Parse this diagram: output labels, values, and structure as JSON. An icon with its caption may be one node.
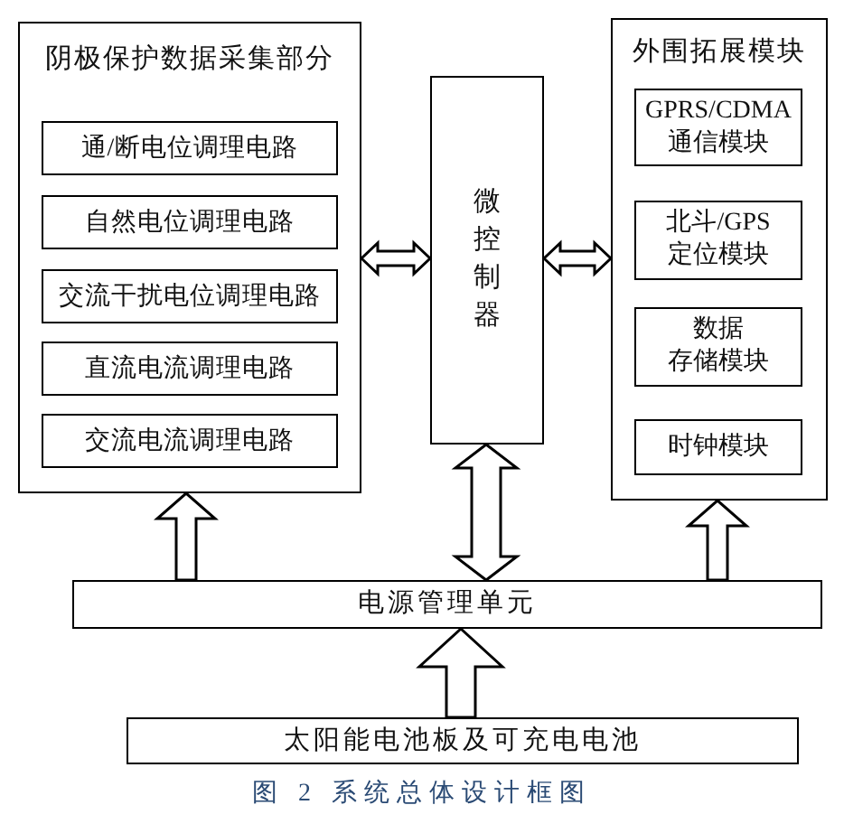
{
  "diagram": {
    "caption": "图 2 系统总体设计框图",
    "nodes": [
      {
        "text": [
          "阴极保护数据采集部分"
        ]
      },
      {
        "text": [
          "通/断电位调理电路"
        ],
        "in": 0
      },
      {
        "text": [
          "自然电位调理电路"
        ],
        "in": 0
      },
      {
        "text": [
          "交流干扰电位调理电路"
        ],
        "in": 0
      },
      {
        "text": [
          "直流电流调理电路"
        ],
        "in": 0
      },
      {
        "text": [
          "交流电流调理电路"
        ],
        "in": 0
      },
      {
        "text": [
          "微控制器"
        ]
      },
      {
        "text": [
          "外围拓展模块"
        ]
      },
      {
        "text": [
          "GPRS/CDMA通信模块"
        ],
        "in": 7
      },
      {
        "text": [
          "北斗/GPS定位模块"
        ],
        "in": 7
      },
      {
        "text": [
          "数据存储模块"
        ],
        "in": 7
      },
      {
        "text": [
          "时钟模块"
        ],
        "in": 7
      },
      {
        "text": [
          "电源管理单元"
        ]
      },
      {
        "text": [
          "太阳能电池板及可充电电池"
        ]
      }
    ],
    "edges": [
      {
        "from": 0,
        "to": 6,
        "arrow": "both"
      },
      {
        "from": 6,
        "to": 7,
        "arrow": "both"
      },
      {
        "from": 12,
        "to": 0,
        "arrow": "to"
      },
      {
        "from": 6,
        "to": 12,
        "arrow": "both"
      },
      {
        "from": 12,
        "to": 7,
        "arrow": "to"
      },
      {
        "from": 13,
        "to": 12,
        "arrow": "to"
      }
    ]
  }
}
